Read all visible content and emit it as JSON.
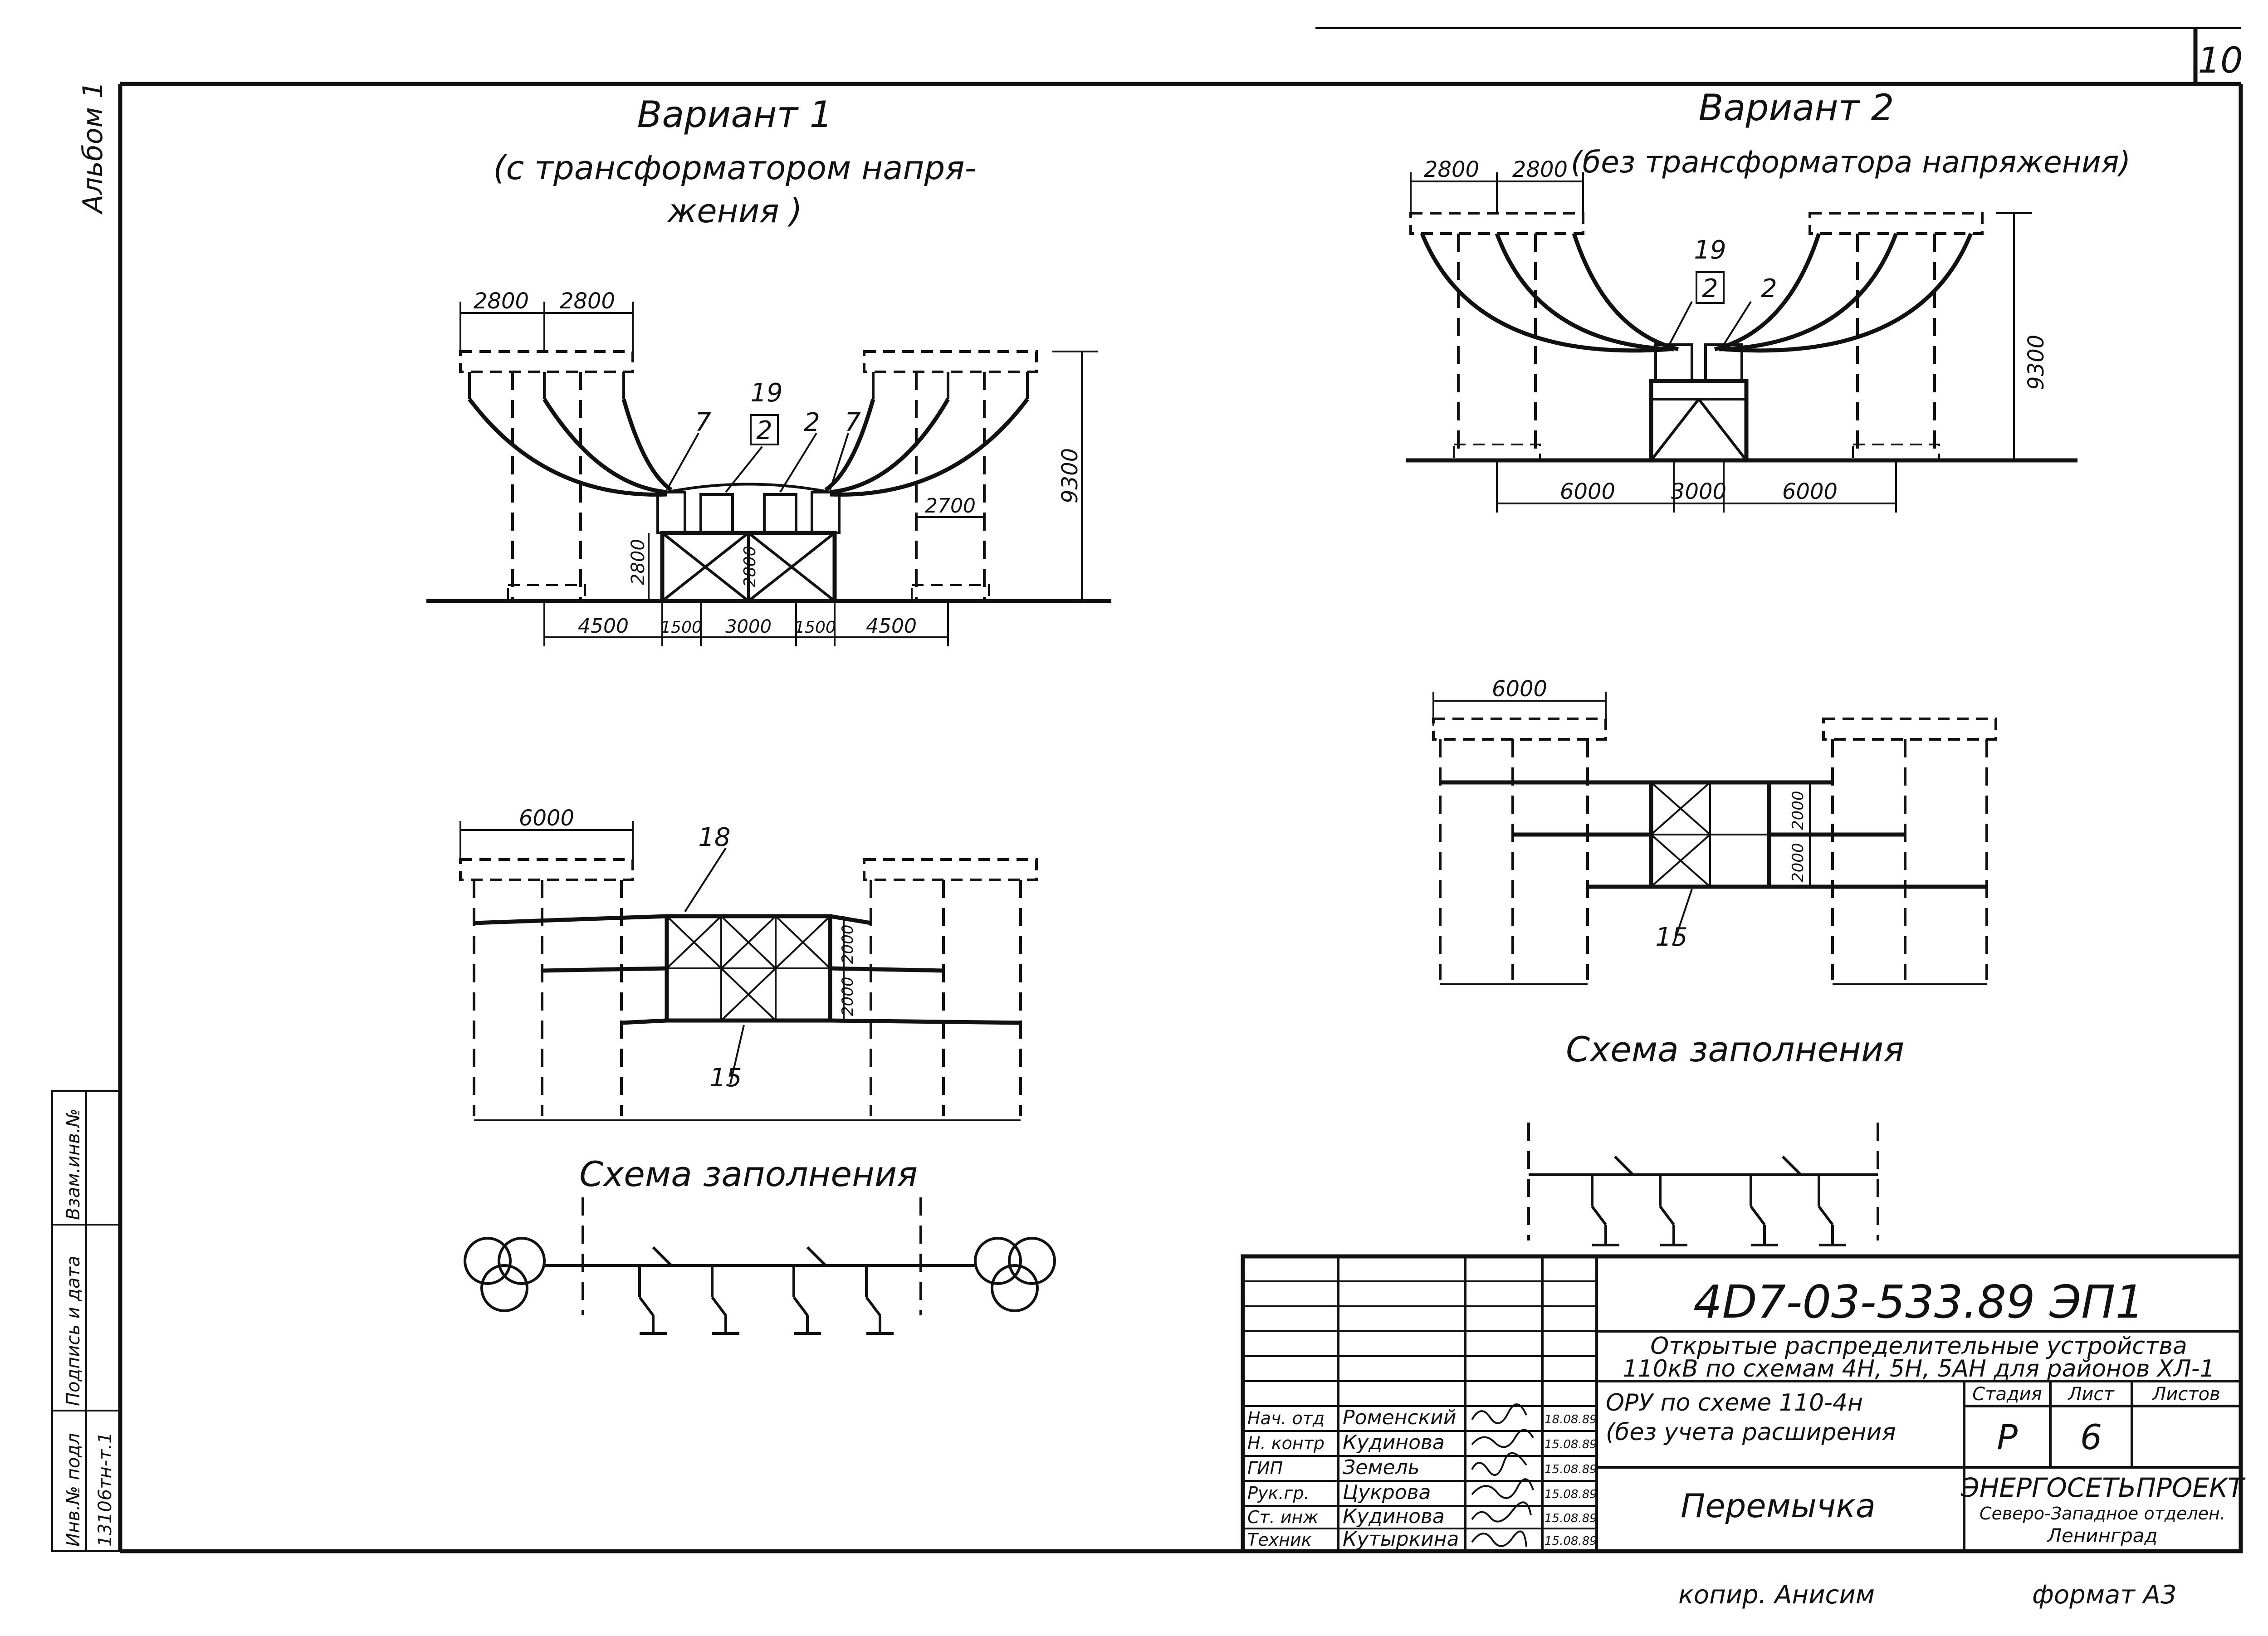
{
  "page_number": "10",
  "album_label": "Альбом 1",
  "side_stamp": {
    "inv_no_label": "Инв.№ подл",
    "signature_label": "Подпись и дата",
    "exchange_label": "Взам.инв.№",
    "inv_value": "13106тн-т.1"
  },
  "variant1": {
    "title": "Вариант 1",
    "subtitle_line1": "(с трансформатором напря-",
    "subtitle_line2": "жения )",
    "top_dims": [
      "2800",
      "2800"
    ],
    "labels": [
      "7",
      "19",
      "2",
      "2",
      "7"
    ],
    "inner_dims": [
      "2700",
      "2800",
      "2800"
    ],
    "height_dim": "9300",
    "bottom_dims": [
      "4500",
      "1500",
      "3000",
      "1500",
      "4500"
    ],
    "plan_dim": "6000",
    "plan_labels": [
      "18",
      "15"
    ],
    "plan_side_dims": [
      "2000",
      "2000"
    ],
    "scheme_title": "Схема заполнения"
  },
  "variant2": {
    "title": "Вариант 2",
    "subtitle": "(без трансформатора напряжения)",
    "top_dims": [
      "2800",
      "2800"
    ],
    "labels": [
      "19",
      "2",
      "2"
    ],
    "height_dim": "9300",
    "bottom_dims": [
      "6000",
      "3000",
      "6000"
    ],
    "plan_dim": "6000",
    "plan_labels": [
      "15"
    ],
    "plan_side_dims": [
      "2000",
      "2000"
    ],
    "scheme_title": "Схема заполнения"
  },
  "title_block": {
    "doc_code": "4D7-03-533.89 ЭП1",
    "project_line1": "Открытые распределительные устройства",
    "project_line2": "110кВ по схемам 4Н, 5Н, 5АН для районов ХЛ-1",
    "sheet_title_line1": "ОРУ по схеме 110-4н",
    "sheet_title_line2": "(без учета расширения",
    "drawing_name": "Перемычка",
    "stage_label": "Стадия",
    "sheet_label": "Лист",
    "sheets_label": "Листов",
    "stage_value": "Р",
    "sheet_value": "6",
    "org_line1": "ЭНЕРГОСЕТЬПРОЕКТ",
    "org_line2": "Северо-Западное отделен.",
    "org_line3": "Ленинград",
    "staff": [
      {
        "role": "Нач. отд",
        "name": "Роменский",
        "date": "18.08.89"
      },
      {
        "role": "Н. контр",
        "name": "Кудинова",
        "date": "15.08.89"
      },
      {
        "role": "ГИП",
        "name": "Земель",
        "date": "15.08.89"
      },
      {
        "role": "Рук.гр.",
        "name": "Цукрова",
        "date": "15.08.89"
      },
      {
        "role": "Ст. инж",
        "name": "Кудинова",
        "date": "15.08.89"
      },
      {
        "role": "Техник",
        "name": "Кутыркина",
        "date": "15.08.89"
      }
    ]
  },
  "footer": {
    "copied": "копир. Анисим",
    "format": "формат А3"
  }
}
